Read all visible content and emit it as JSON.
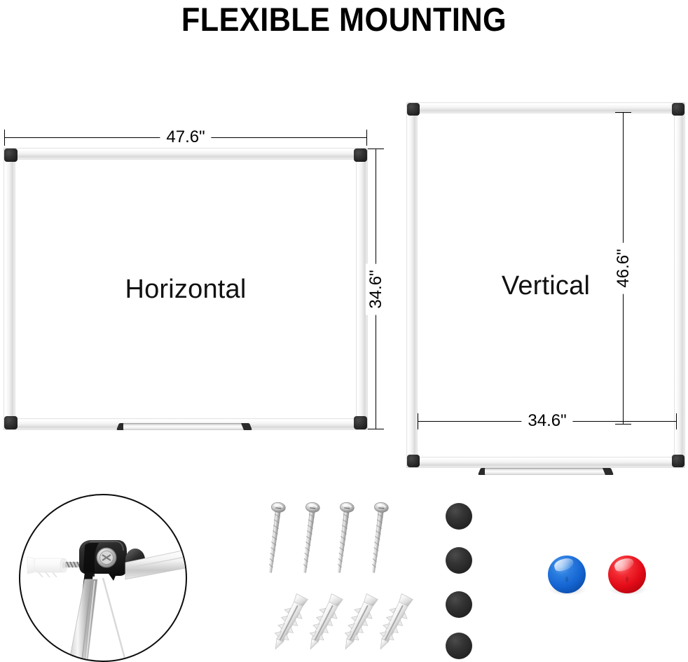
{
  "page": {
    "title": "FLEXIBLE MOUNTING",
    "background_color": "#ffffff"
  },
  "boards": [
    {
      "orientation_label": "Horizontal",
      "width_dimension": "47.6\"",
      "height_dimension": "34.6\"",
      "frame_color": "#f2f2f2",
      "corner_cap_color": "#242424",
      "surface_color": "#ffffff"
    },
    {
      "orientation_label": "Vertical",
      "width_dimension": "34.6\"",
      "height_dimension": "46.6\"",
      "frame_color": "#f2f2f2",
      "corner_cap_color": "#242424",
      "surface_color": "#ffffff"
    }
  ],
  "detail": {
    "name": "mounting-bracket-detail",
    "parts": [
      "wall-anchor",
      "screw",
      "black-corner-bracket",
      "aluminum-frame-rail",
      "black-cap"
    ]
  },
  "accessories": {
    "screws": {
      "count": 4,
      "color": "#b9b9b9",
      "label": "screw"
    },
    "wall_anchors": {
      "count": 4,
      "color": "#e3e3e3",
      "label": "wall-anchor"
    },
    "corner_caps": {
      "count": 4,
      "color": "#282828",
      "label": "corner-cap"
    },
    "magnets": [
      {
        "label": "blue-magnet",
        "color": "#1464d2"
      },
      {
        "label": "red-magnet",
        "color": "#e20a17"
      }
    ]
  }
}
